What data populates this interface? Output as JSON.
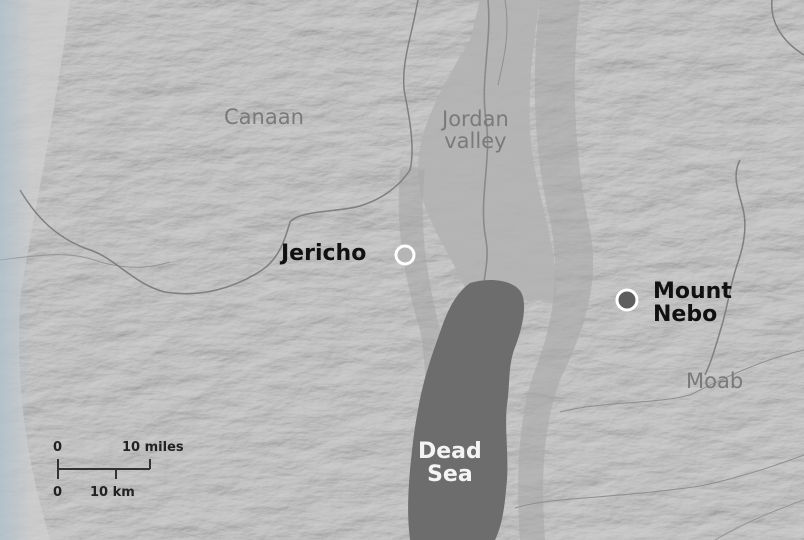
{
  "map": {
    "regions": {
      "canaan": "Canaan",
      "jordan_valley_line1": "Jordan",
      "jordan_valley_line2": "valley",
      "moab": "Moab"
    },
    "places": {
      "jericho": "Jericho",
      "mount_nebo_line1": "Mount",
      "mount_nebo_line2": "Nebo"
    },
    "water": {
      "dead_sea_line1": "Dead",
      "dead_sea_line2": "Sea"
    },
    "scale": {
      "miles_zero": "0",
      "miles_label": "10 miles",
      "km_zero": "0",
      "km_label": "10 km"
    }
  },
  "colors": {
    "land": "#c4c4c4",
    "valley": "#b3b3b3",
    "sea": "#6d6d6d",
    "border": "#7f7f7f",
    "jericho_marker_fill": "#b5b5b5",
    "nebo_marker_fill": "#5e5e5e",
    "marker_stroke": "#ffffff"
  }
}
